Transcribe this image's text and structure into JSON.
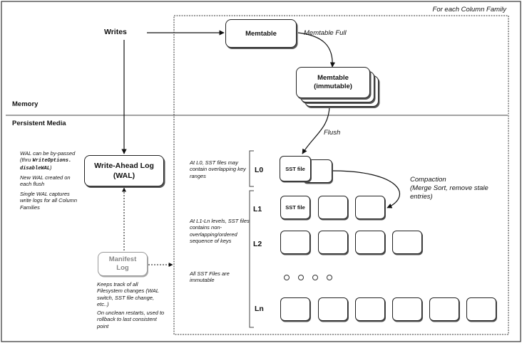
{
  "frame_title": "For each Column Family",
  "writes_label": "Writes",
  "memtable_label": "Memtable",
  "memtable_full_label": "Memtable Full",
  "immutable_label": "Memtable\n(immutable)",
  "memory_label": "Memory",
  "persistent_label": "Persistent Media",
  "flush_label": "Flush",
  "wal_label": "Write-Ahead Log\n(WAL)",
  "wal_notes": {
    "bypass_pre": "WAL can be by-passed\n(thru ",
    "bypass_code1": "WriteOptions",
    "bypass_dot": ".",
    "bypass_code2": "disableWAL",
    "bypass_post": ")",
    "new_wal": "New WAL created on\neach flush",
    "single_wal": "Single WAL captures\nwrite logs for all Column\nFamilies"
  },
  "manifest_label": "Manifest\nLog",
  "manifest_notes": {
    "track": "Keeps track of all\nFilesystem changes (WAL\nswitch, SST file change,\netc..)",
    "restart": "On unclean restarts, used to\nrollback to last consistent\npoint"
  },
  "level_notes": {
    "l0": "At L0, SST files may\ncontain overlapping key\nranges",
    "l1ln": "At L1-Ln levels, SST files\ncontains non-\noverlapping/ordered\nsequence of keys",
    "immutable": "All SST Files are\nimmutable"
  },
  "levels": {
    "l0": "L0",
    "l1": "L1",
    "l2": "L2",
    "ln": "Ln"
  },
  "sst_file_label": "SST file",
  "compaction_label": "Compaction\n(Merge Sort, remove stale\nentries)"
}
